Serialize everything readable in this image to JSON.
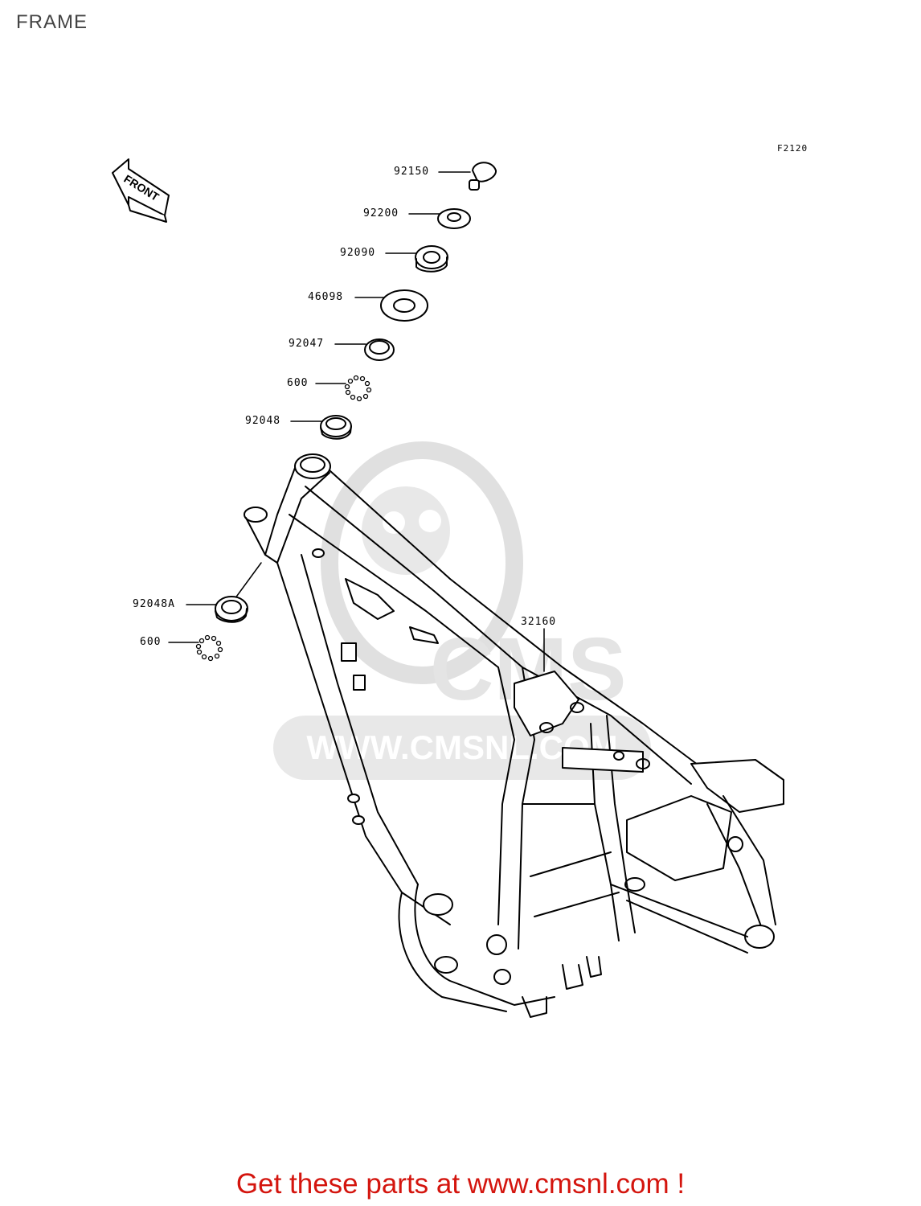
{
  "page": {
    "title": "FRAME",
    "figure_code": "F2120",
    "front_arrow_label": "FRONT",
    "watermark_text": "WWW.CMSNL.COM",
    "cta": "Get these parts at www.cmsnl.com !"
  },
  "parts": [
    {
      "id": "92150",
      "label": "92150"
    },
    {
      "id": "92200",
      "label": "92200"
    },
    {
      "id": "92090",
      "label": "92090"
    },
    {
      "id": "46098",
      "label": "46098"
    },
    {
      "id": "92047",
      "label": "92047"
    },
    {
      "id": "600_upper",
      "label": "600"
    },
    {
      "id": "92048",
      "label": "92048"
    },
    {
      "id": "92048A",
      "label": "92048A"
    },
    {
      "id": "600_lower",
      "label": "600"
    },
    {
      "id": "32160",
      "label": "32160"
    }
  ]
}
